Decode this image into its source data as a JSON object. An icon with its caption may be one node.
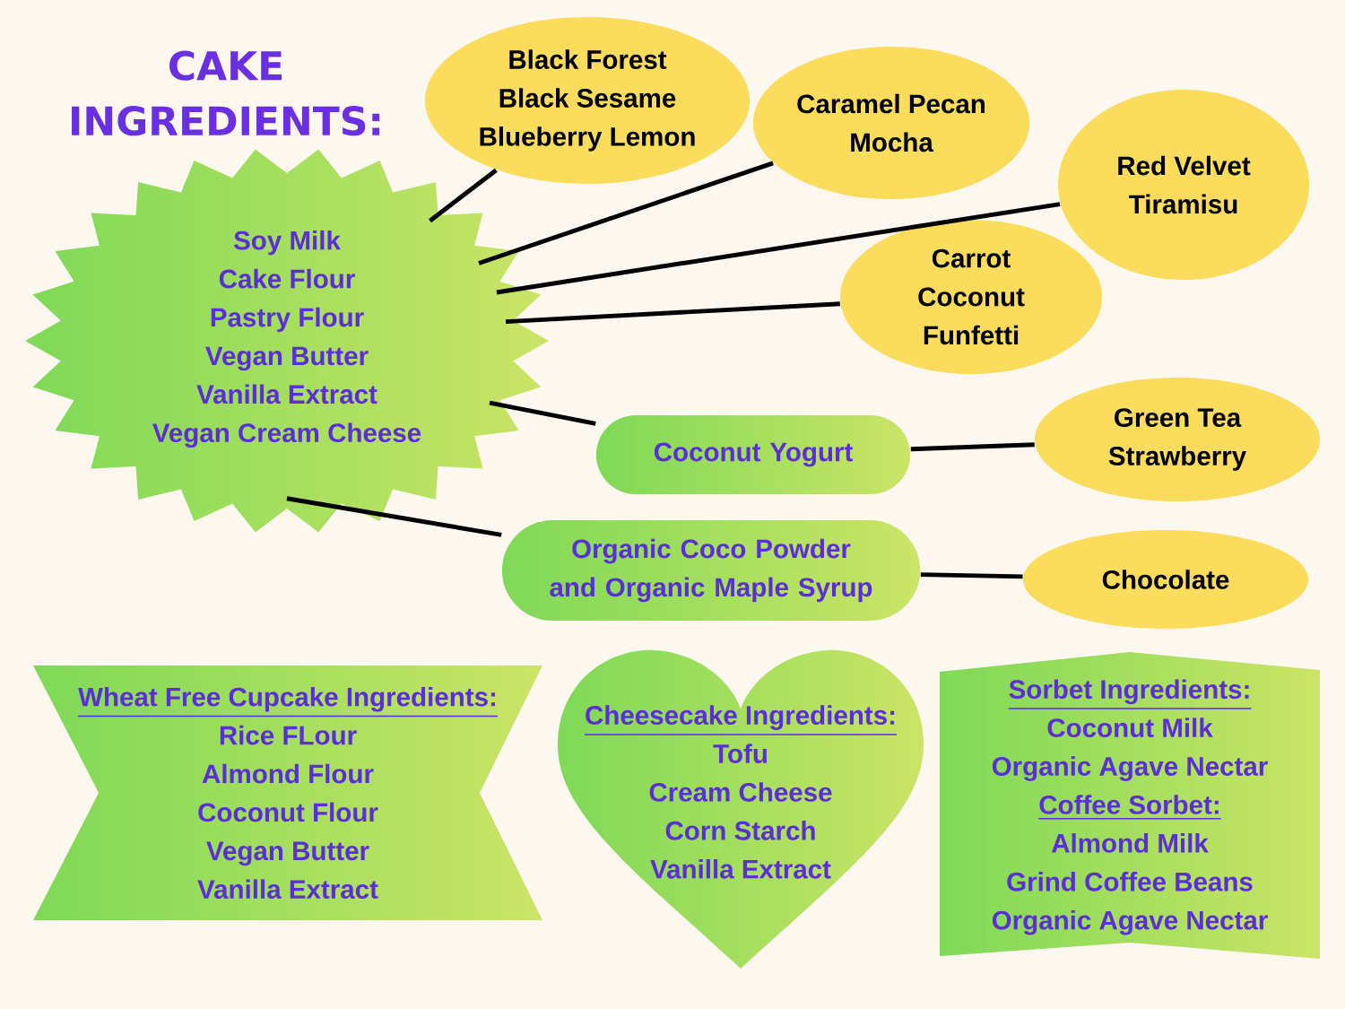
{
  "diagram": {
    "title": "CAKE INGREDIENTS:",
    "nodes": [
      {
        "text": [
          "Soy Milk",
          "Cake Flour",
          "Pastry Flour",
          "Vegan Butter",
          "Vanilla Extract",
          "Vegan Cream Cheese"
        ]
      },
      {
        "text": [
          "Black Forest",
          "Black Sesame",
          "Blueberry Lemon"
        ]
      },
      {
        "text": [
          "Caramel Pecan",
          "Mocha"
        ]
      },
      {
        "text": [
          "Red Velvet",
          "Tiramisu"
        ]
      },
      {
        "text": [
          "Carrot",
          "Coconut",
          "Funfetti"
        ]
      },
      {
        "text": [
          "Coconut Yogurt"
        ]
      },
      {
        "text": [
          "Green Tea",
          "Strawberry"
        ]
      },
      {
        "text": [
          "Organic Coco Powder and Organic Maple Syrup"
        ]
      },
      {
        "text": [
          "Chocolate"
        ]
      },
      {
        "text": [
          "Wheat Free Cupcake Ingredients:",
          "Rice FLour",
          "Almond Flour",
          "Coconut Flour",
          "Vegan Butter",
          "Vanilla Extract"
        ]
      },
      {
        "text": [
          "Cheesecake Ingredients:",
          "Tofu",
          "Cream Cheese",
          "Corn Starch",
          "Vanilla Extract"
        ]
      },
      {
        "text": [
          "Sorbet Ingredients:",
          "Coconut Milk",
          "Organic Agave Nectar",
          "Coffee Sorbet:",
          "Almond Milk",
          "Grind Coffee Beans",
          "Organic Agave Nectar"
        ]
      }
    ],
    "edges": [
      {
        "from": 0,
        "to": 1,
        "arrow": "none"
      },
      {
        "from": 0,
        "to": 2,
        "arrow": "none"
      },
      {
        "from": 0,
        "to": 3,
        "arrow": "none"
      },
      {
        "from": 0,
        "to": 4,
        "arrow": "none"
      },
      {
        "from": 0,
        "to": 5,
        "arrow": "none"
      },
      {
        "from": 5,
        "to": 6,
        "arrow": "none"
      },
      {
        "from": 0,
        "to": 7,
        "arrow": "none"
      },
      {
        "from": 7,
        "to": 8,
        "arrow": "none"
      }
    ]
  }
}
